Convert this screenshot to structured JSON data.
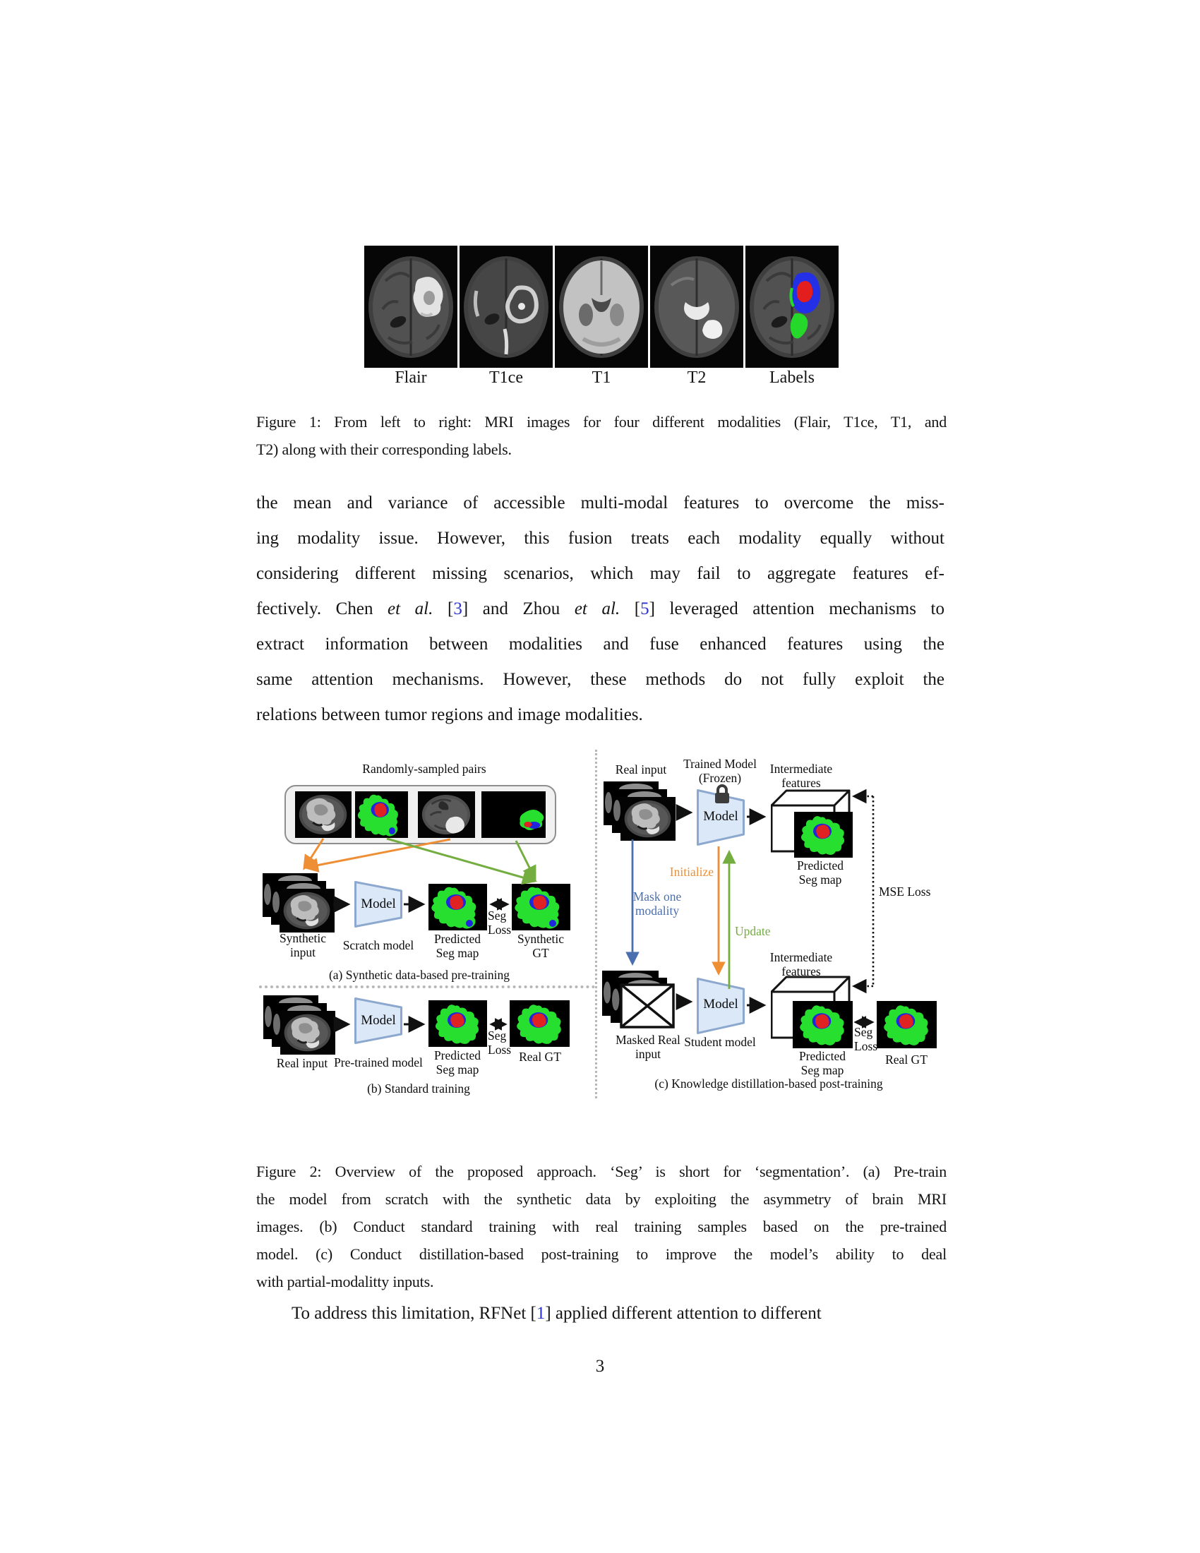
{
  "page": {
    "number": "3"
  },
  "figure1": {
    "labels": [
      "Flair",
      "T1ce",
      "T1",
      "T2",
      "Labels"
    ],
    "caption": {
      "l1": "Figure 1: From left to right: MRI images for four different modalities (Flair, T1ce, T1, and",
      "l2": "T2) along with their corresponding labels."
    }
  },
  "paragraph1": {
    "l1": "the mean and variance of accessible multi-modal features to overcome the miss-",
    "l2": "ing modality issue. However, this fusion treats each modality equally without",
    "l3": "considering different missing scenarios, which may fail to aggregate features ef-",
    "l4": {
      "s0": "fectively. Chen ",
      "s1": "et al.",
      "s2": " [",
      "s3": "3",
      "s4": "] and Zhou ",
      "s5": "et al.",
      "s6": " [",
      "s7": "5",
      "s8": "] leveraged attention mechanisms to"
    },
    "l5": "extract information between modalities and fuse enhanced features using the",
    "l6": "same attention mechanisms. However, these methods do not fully exploit the",
    "l7": "relations between tumor regions and image modalities."
  },
  "figure2": {
    "a": {
      "pairs_title": "Randomly-sampled pairs",
      "input_label": "Synthetic\ninput",
      "model": "Model",
      "model_sub": "Scratch model",
      "pred_label": "Predicted\nSeg map",
      "seg_loss": "Seg\nLoss",
      "gt_label": "Synthetic\nGT",
      "caption": "(a) Synthetic data-based pre-training"
    },
    "b": {
      "input_label": "Real input",
      "model": "Model",
      "model_sub": "Pre-trained model",
      "pred_label": "Predicted\nSeg map",
      "seg_loss": "Seg\nLoss",
      "gt_label": "Real GT",
      "caption": "(b) Standard training"
    },
    "c": {
      "input_label": "Real input",
      "trained_model_label": "Trained Model\n(Frozen)",
      "model_top": "Model",
      "intermediate_top": "Intermediate\nfeatures",
      "pred_top_label": "Predicted\nSeg map",
      "mse_loss": "MSE Loss",
      "initialize": "Initialize",
      "mask": "Mask one\nmodality",
      "update": "Update",
      "masked_label": "Masked Real\ninput",
      "model_bottom": "Model",
      "student_label": "Student model",
      "intermediate_bottom": "Intermediate\nfeatures",
      "pred_bottom_label": "Predicted\nSeg map",
      "seg_loss": "Seg\nLoss",
      "gt_label": "Real GT",
      "caption": "(c) Knowledge distillation-based post-training"
    }
  },
  "figure2_caption": {
    "l1": "Figure 2: Overview of the proposed approach. ‘Seg’ is short for ‘segmentation’. (a) Pre-train",
    "l2": "the model from scratch with the synthetic data by exploiting the asymmetry of brain MRI",
    "l3": "images. (b) Conduct standard training with real training samples based on the pre-trained",
    "l4": "model. (c) Conduct distillation-based post-training to improve the model’s ability to deal",
    "l5": "with partial-modalitty inputs."
  },
  "paragraph2": {
    "s0": "To address this limitation, RFNet [",
    "s1": "1",
    "s2": "] applied different attention to different"
  },
  "colors": {
    "citation_blue": "#2b35cc",
    "arrow_orange": "#ef8f35",
    "arrow_green": "#74ad40",
    "arrow_blue": "#4a6fae",
    "seg_green": "#27df2e",
    "seg_blue": "#2026dd",
    "seg_red": "#e02222",
    "model_fill": "#dbe8f8",
    "model_border": "#8ca8ce"
  }
}
